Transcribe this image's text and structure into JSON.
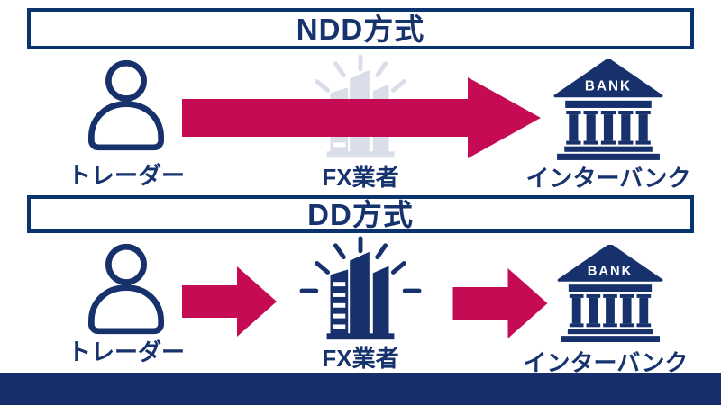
{
  "colors": {
    "navy": "#17316d",
    "box_border": "#0a346e",
    "arrow_crimson": "#c60b55",
    "faded_broker": "#d9dee8",
    "bottom_bar": "#182d6b",
    "background": "#ffffff",
    "bank_sign_text": "#ffffff"
  },
  "ndd": {
    "title": "NDD方式",
    "trader": {
      "label": "トレーダー"
    },
    "broker": {
      "label": "FX業者"
    },
    "bank": {
      "label": "インターバンク",
      "sign": "BANK"
    }
  },
  "dd": {
    "title": "DD方式",
    "trader": {
      "label": "トレーダー"
    },
    "broker": {
      "label": "FX業者"
    },
    "bank": {
      "label": "インターバンク",
      "sign": "BANK"
    }
  }
}
